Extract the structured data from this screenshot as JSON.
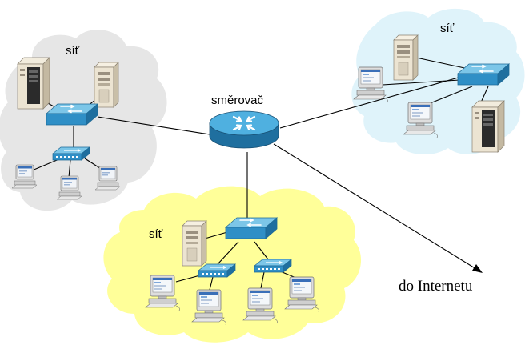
{
  "clouds": {
    "left": {
      "label": "síť",
      "color": "#e6e6e6"
    },
    "right": {
      "label": "síť",
      "color": "#dff3fa"
    },
    "bottom": {
      "label": "síť",
      "color": "#ffff99"
    }
  },
  "router": {
    "label": "směrovač"
  },
  "internet": {
    "label": "do Internetu"
  },
  "colors": {
    "switch_top": "#4aaad6",
    "switch_side": "#2a7fb0",
    "router_top": "#3b9ed4",
    "server_body": "#ece4d2",
    "monitor": "#d9d9d9"
  }
}
